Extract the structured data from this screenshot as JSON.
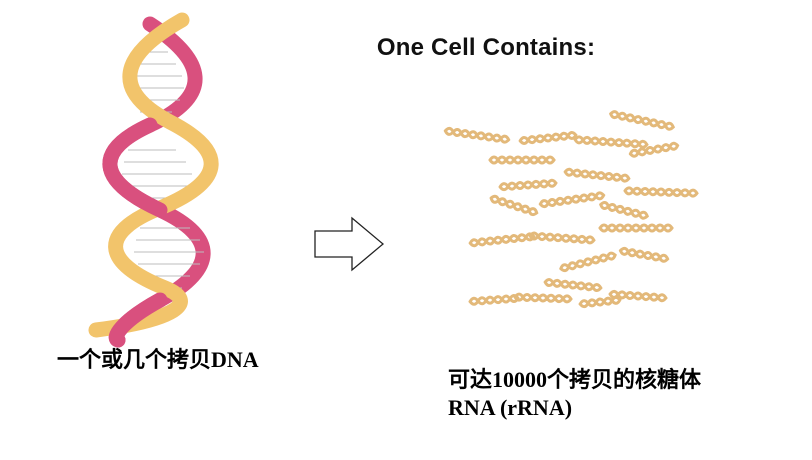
{
  "title": "One Cell Contains:",
  "left": {
    "caption": "一个或几个拷贝DNA"
  },
  "right": {
    "caption_line1": "可达10000个拷贝的核糖体",
    "caption_line2": "RNA (rRNA)"
  },
  "colors": {
    "strand_a": "#f2c46b",
    "strand_b": "#d9507e",
    "rna": "#e3b97a",
    "arrow_stroke": "#222222"
  },
  "icons": {
    "arrow": "right-arrow-outline-icon",
    "dna": "dna-double-helix-icon",
    "rna": "rna-strand-icon"
  }
}
